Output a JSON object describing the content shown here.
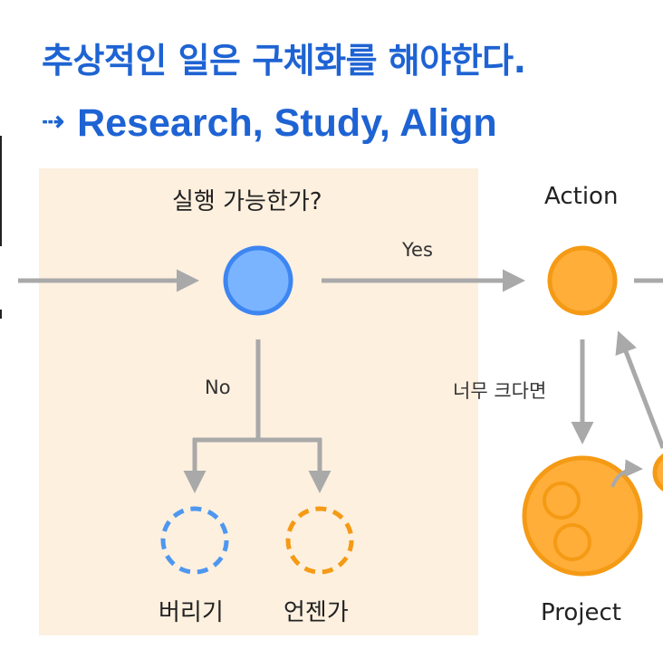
{
  "title": "추상적인 일은 구체화를 해야한다.",
  "subtitle": {
    "arrow": "⇢",
    "text": "Research, Study, Align"
  },
  "diagram": {
    "decision_label": "실행 가능한가?",
    "action_label": "Action",
    "yes_label": "Yes",
    "no_label": "No",
    "too_big_label": "너무 크다면",
    "discard_label": "버리기",
    "someday_label": "언젠가",
    "project_label": "Project"
  },
  "colors": {
    "title": "#1e63d3",
    "panel": "#fdf0df",
    "arrow": "#a9a9a9",
    "decision_fill": "#7ab4ff",
    "decision_stroke": "#3d86f2",
    "action_fill": "#ffae3a",
    "action_stroke": "#f59a14",
    "dashed_blue": "#4e97f0",
    "dashed_orange": "#f59a14"
  }
}
